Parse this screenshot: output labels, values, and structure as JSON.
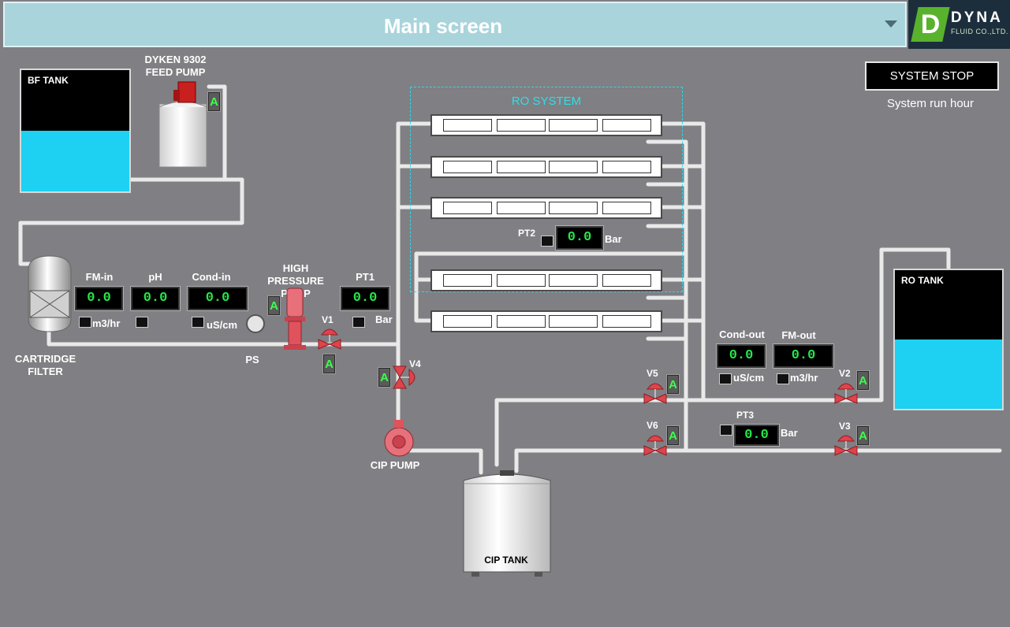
{
  "header": {
    "title": "Main screen"
  },
  "logo": {
    "mark": "D",
    "name": "DYNA",
    "sub": "FLUID CO.,LTD."
  },
  "controls": {
    "system_stop": "SYSTEM STOP",
    "run_hour_label": "System run hour"
  },
  "tanks": {
    "bf": {
      "label": "BF TANK",
      "level_percent": 50
    },
    "ro": {
      "label": "RO TANK",
      "level_percent": 50
    },
    "cip": {
      "label": "CIP TANK"
    }
  },
  "equipment": {
    "feed_pump": "DYKEN 9302\nFEED PUMP",
    "cartridge_filter": "CARTRIDGE\nFILTER",
    "hp_pump": "HIGH PRESSURE\nPUMP",
    "cip_pump": "CIP PUMP",
    "ro_system": "RO SYSTEM",
    "ps": "PS"
  },
  "instruments": {
    "fm_in": {
      "label": "FM-in",
      "value": "0.0",
      "unit": "m3/hr"
    },
    "ph": {
      "label": "pH",
      "value": "0.0"
    },
    "cond_in": {
      "label": "Cond-in",
      "value": "0.0",
      "unit": "uS/cm"
    },
    "pt1": {
      "label": "PT1",
      "value": "0.0",
      "unit": "Bar"
    },
    "pt2": {
      "label": "PT2",
      "value": "0.0",
      "unit": "Bar"
    },
    "pt3": {
      "label": "PT3",
      "value": "0.0",
      "unit": "Bar"
    },
    "cond_out": {
      "label": "Cond-out",
      "value": "0.0",
      "unit": "uS/cm"
    },
    "fm_out": {
      "label": "FM-out",
      "value": "0.0",
      "unit": "m3/hr"
    }
  },
  "valves": {
    "v1": "V1",
    "v2": "V2",
    "v3": "V3",
    "v4": "V4",
    "v5": "V5",
    "v6": "V6"
  },
  "auto_label": "A",
  "colors": {
    "water": "#1ed0f2",
    "display_text": "#27e64a",
    "pipe": "#e8e8e8",
    "valve": "#e0434b"
  }
}
